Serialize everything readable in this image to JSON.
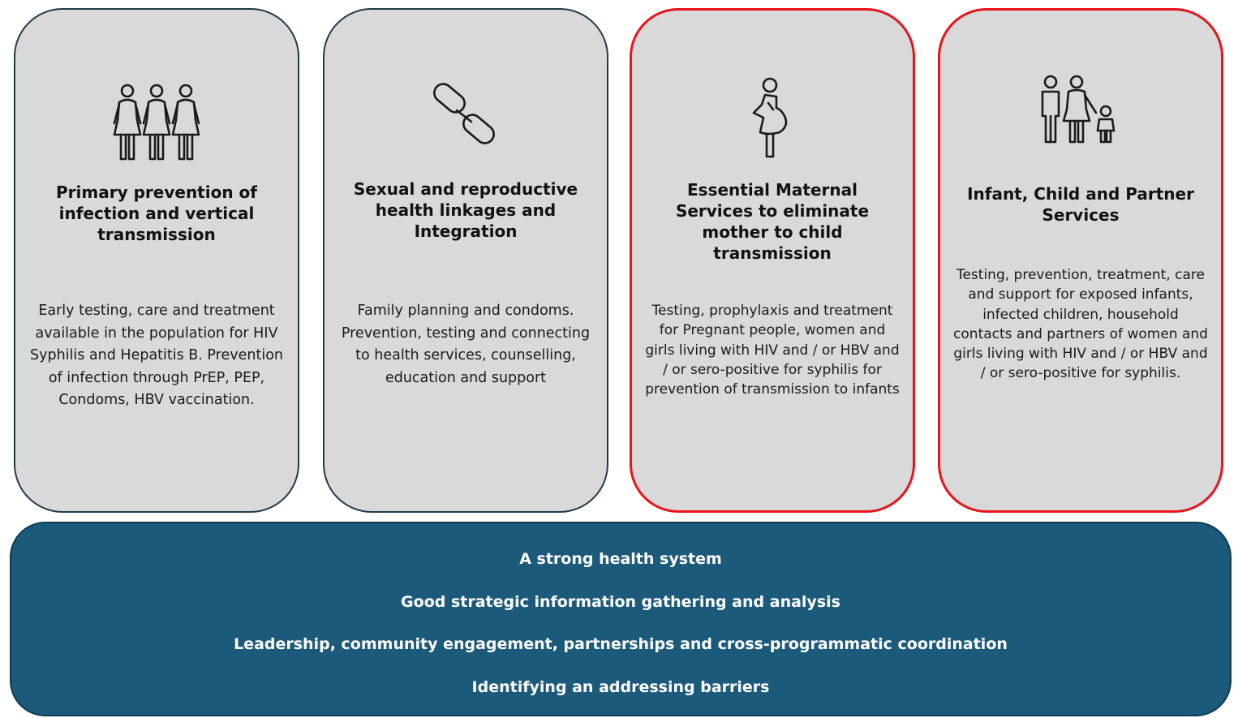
{
  "pillars": [
    {
      "icon": "women-group-icon",
      "title": "Primary prevention of infection and vertical transmission",
      "description": "Early testing, care and treatment available in the population for HIV Syphilis and Hepatitis B. Prevention of infection through PrEP, PEP, Condoms, HBV vaccination.",
      "border_color": "#1f3b4d"
    },
    {
      "icon": "link-chain-icon",
      "title": "Sexual and reproductive health linkages and Integration",
      "description": "Family planning and condoms. Prevention, testing and connecting to health services, counselling, education and support",
      "border_color": "#1f3b4d"
    },
    {
      "icon": "pregnant-woman-icon",
      "title": "Essential Maternal Services to eliminate mother to child transmission",
      "description": "Testing, prophylaxis and treatment for Pregnant people, women and girls living with HIV and / or HBV and / or sero-positive for syphilis for prevention of transmission to infants",
      "border_color": "#e8141c"
    },
    {
      "icon": "family-icon",
      "title": "Infant, Child and Partner Services",
      "description": "Testing, prevention, treatment, care and support for exposed infants, infected children, household contacts and partners of women and girls living with HIV and / or HBV and / or sero-positive for syphilis.",
      "border_color": "#e8141c"
    }
  ],
  "foundation": {
    "background_color": "#1b5a7a",
    "lines": [
      "A strong health system",
      "Good strategic information gathering and analysis",
      "Leadership, community engagement, partnerships and cross-programmatic coordination",
      "Identifying an addressing barriers"
    ]
  }
}
